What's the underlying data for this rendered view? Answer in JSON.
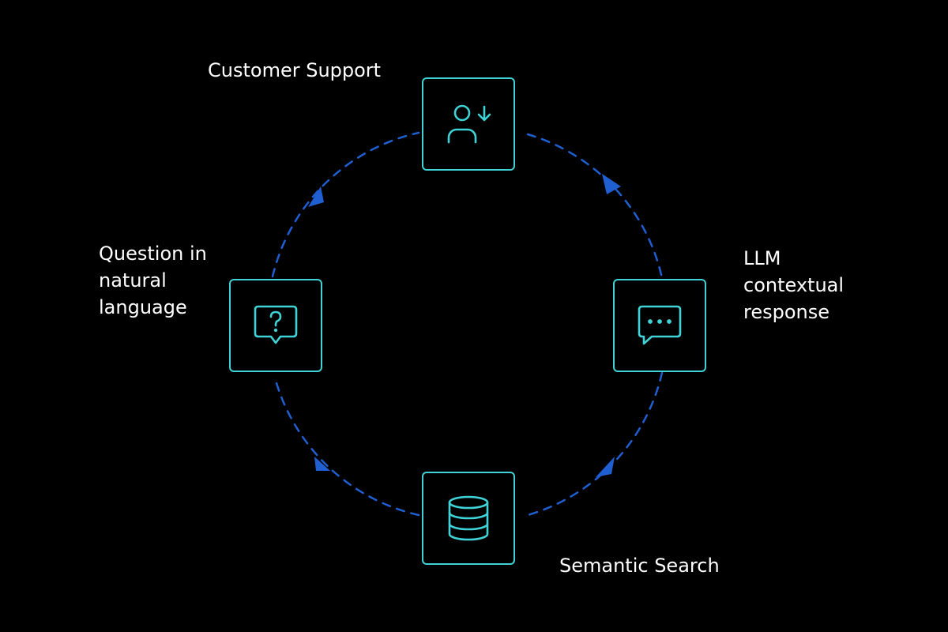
{
  "colors": {
    "background": "#000000",
    "node_border": "#3fd2d6",
    "icon_stroke": "#3fd2d6",
    "connector": "#1f5fd1",
    "label_text": "#ffffff"
  },
  "nodes": {
    "top": {
      "label": "Customer Support",
      "icon": "user-download-icon"
    },
    "right": {
      "label": "LLM\ncontextual\nresponse",
      "icon": "chat-dots-icon"
    },
    "bottom": {
      "label": "Semantic Search",
      "icon": "database-icon"
    },
    "left": {
      "label": "Question in\nnatural\nlanguage",
      "icon": "chat-question-icon"
    }
  }
}
